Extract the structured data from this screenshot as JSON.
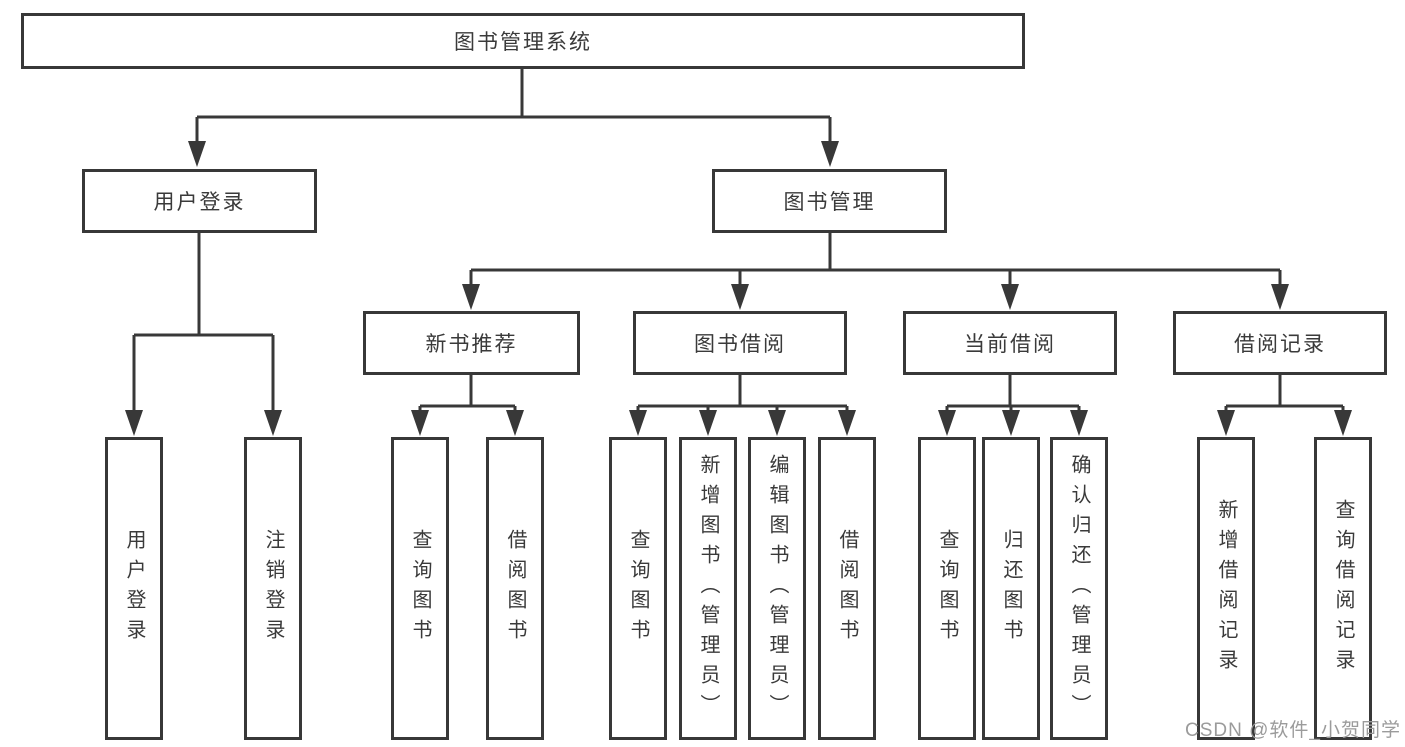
{
  "colors": {
    "line": "#383838",
    "text": "#3a3a3a",
    "box_background": "#ffffff",
    "watermark": "#9b9b9b",
    "background": "#ffffff"
  },
  "tree": {
    "root": {
      "label": "图书管理系统"
    },
    "children": [
      {
        "label": "用户登录",
        "leaves": [
          {
            "label": "用户登录"
          },
          {
            "label": "注销登录"
          }
        ]
      },
      {
        "label": "图书管理",
        "children": [
          {
            "label": "新书推荐",
            "leaves": [
              {
                "label": "查询图书"
              },
              {
                "label": "借阅图书"
              }
            ]
          },
          {
            "label": "图书借阅",
            "leaves": [
              {
                "label": "查询图书"
              },
              {
                "label": "新增图书（管理员）"
              },
              {
                "label": "编辑图书（管理员）"
              },
              {
                "label": "借阅图书"
              }
            ]
          },
          {
            "label": "当前借阅",
            "leaves": [
              {
                "label": "查询图书"
              },
              {
                "label": "归还图书"
              },
              {
                "label": "确认归还（管理员）"
              }
            ]
          },
          {
            "label": "借阅记录",
            "leaves": [
              {
                "label": "新增借阅记录"
              },
              {
                "label": "查询借阅记录"
              }
            ]
          }
        ]
      }
    ]
  },
  "watermark": {
    "text": "CSDN @软件_小贺同学"
  }
}
